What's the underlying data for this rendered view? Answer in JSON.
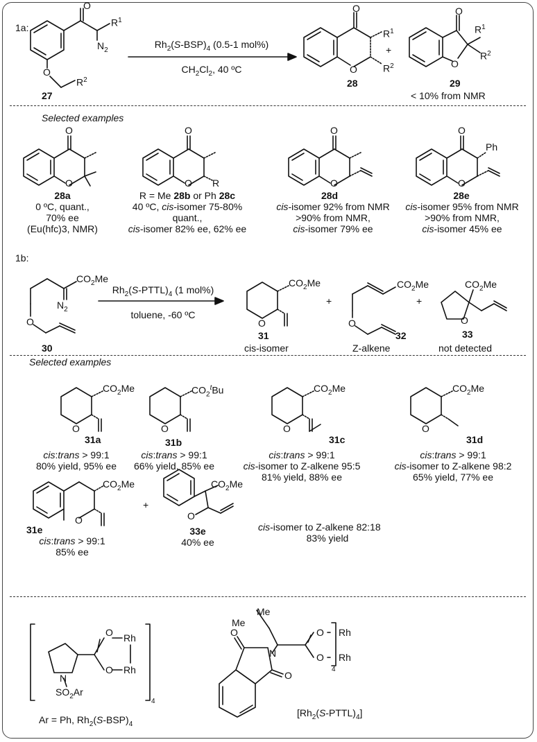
{
  "panel_1a": {
    "label": "1a:",
    "catalyst_pre": "Rh",
    "catalyst_sub": "2",
    "catalyst_mid1": "(",
    "catalyst_italic": "S",
    "catalyst_mid2": "-BSP)",
    "catalyst_sub2": "4",
    "catalyst_post": " (0.5-1 mol%)",
    "conditions_pre": "CH",
    "conditions_sub1": "2",
    "conditions_mid": "Cl",
    "conditions_sub2": "2",
    "conditions_post": ", 40 ºC",
    "compound_27": "27",
    "compound_28": "28",
    "compound_29": "29",
    "plus": "+",
    "note_29": "< 10% from NMR",
    "r1": "R",
    "r1_sup": "1",
    "r2": "R",
    "r2_sup": "2",
    "n2": "N",
    "n2_sub": "2",
    "o": "O"
  },
  "selected_examples_1a": {
    "heading": "Selected examples",
    "items": [
      {
        "id": "28a",
        "lines": [
          "0 ºC, quant.,",
          "70% ee",
          "(Eu(hfc)3, NMR)"
        ]
      },
      {
        "id_pre": "R = Me ",
        "id_b": "28b",
        "id_mid": " or Ph ",
        "id_c": "28c",
        "lines_italic_prefix": [
          "",
          "cis",
          "",
          "cis"
        ],
        "lines": [
          "40 ºC, ",
          "-isomer 75-80%",
          "quant.,",
          "-isomer 82% ee, 62% ee"
        ]
      },
      {
        "id": "28d",
        "lines": [
          "cis",
          "-isomer 92% from NMR",
          ">90% from NMR,",
          "cis",
          "-isomer 79% ee"
        ]
      },
      {
        "id": "28e",
        "lines": [
          "cis",
          "-isomer 95% from NMR",
          ">90% from NMR,",
          "cis",
          "-isomer 45% ee"
        ]
      }
    ]
  },
  "panel_1b": {
    "label": "1b:",
    "catalyst": "Rh2(S-PTTL)4 (1 mol%)",
    "catalyst_pre": "Rh",
    "catalyst_sub": "2",
    "catalyst_mid1": "(",
    "catalyst_italic": "S",
    "catalyst_mid2": "-PTTL)",
    "catalyst_sub2": "4",
    "catalyst_post": " (1 mol%)",
    "conditions": "toluene, -60 ºC",
    "compound_30": "30",
    "compound_31": "31",
    "compound_32": "32",
    "compound_33": "33",
    "note_31": "cis-isomer",
    "note_32": "Z-alkene",
    "note_33": "not detected",
    "co2me": "CO",
    "co2me_sub": "2",
    "co2me_post": "Me",
    "plus": "+"
  },
  "selected_examples_1b": {
    "heading": "Selected examples",
    "co2tbu_pre": "CO",
    "co2tbu_sub": "2",
    "co2tbu_sup": "t",
    "co2tbu_post": "Bu",
    "items": [
      {
        "id": "31a",
        "ratio_i1": "cis",
        "ratio_sep": ":",
        "ratio_i2": "trans",
        "ratio_post": " > 99:1",
        "line2": "80% yield, 95% ee"
      },
      {
        "id": "31b",
        "ratio_i1": "cis",
        "ratio_sep": ":",
        "ratio_i2": "trans",
        "ratio_post": " > 99:1",
        "line2": "66% yield, 85% ee"
      },
      {
        "id": "31c",
        "ratio_i1": "cis",
        "ratio_sep": ":",
        "ratio_i2": "trans",
        "ratio_post": " > 99:1",
        "line2_i": "cis",
        "line2": "-isomer to Z-alkene 95:5",
        "line3": "81% yield, 88% ee"
      },
      {
        "id": "31d",
        "ratio_i1": "cis",
        "ratio_sep": ":",
        "ratio_i2": "trans",
        "ratio_post": " > 99:1",
        "line2_i": "cis",
        "line2": "-isomer to Z-alkene 98:2",
        "line3": "65% yield, 77% ee"
      }
    ],
    "example_31e": {
      "id": "31e",
      "ratio_i1": "cis",
      "ratio_sep": ":",
      "ratio_i2": "trans",
      "ratio_post": " > 99:1",
      "line2": "85% ee"
    },
    "example_33e": {
      "id": "33e",
      "line2": "40% ee"
    },
    "summary_i": "cis",
    "summary": "-isomer to Z-alkene 82:18",
    "summary2": "83% yield"
  },
  "catalysts": {
    "bsp_caption_pre": "Ar = Ph, Rh",
    "bsp_sub": "2",
    "bsp_mid": "(",
    "bsp_i": "S",
    "bsp_mid2": "-BSP)",
    "bsp_sub2": "4",
    "pttl_caption_pre": "[Rh",
    "pttl_sub": "2",
    "pttl_mid": "(",
    "pttl_i": "S",
    "pttl_mid2": "-PTTL)",
    "pttl_sub2": "4",
    "pttl_post": "]",
    "rh": "Rh",
    "so2ar_pre": "SO",
    "so2ar_sub": "2",
    "so2ar_post": "Ar",
    "n": "N",
    "o": "O",
    "me": "Me",
    "sub4": "4"
  }
}
